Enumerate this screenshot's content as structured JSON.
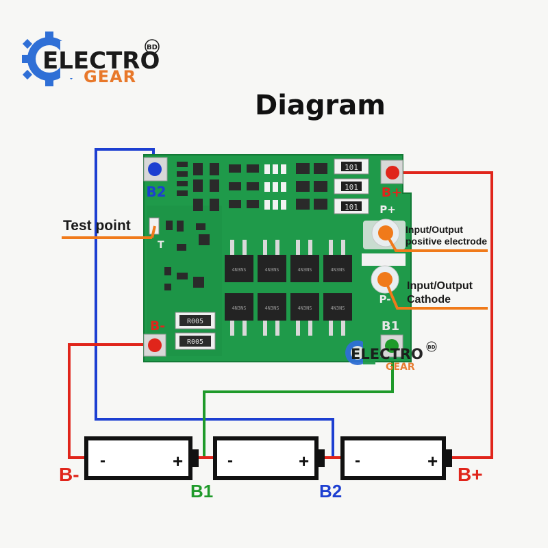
{
  "brand": {
    "name_top": "ELECTRO",
    "name_bottom": "GEAR",
    "suffix": "BD",
    "colors": {
      "gear": "#2f6fd6",
      "top": "#1a1a1a",
      "bottom": "#e8782a"
    }
  },
  "title": "Diagram",
  "pcb": {
    "pads": {
      "b2": "B2",
      "b_plus": "B+",
      "p_plus": "P+",
      "p_minus": "P-",
      "b_minus": "B-",
      "b1": "B1",
      "t": "T"
    },
    "resistor_code": "101",
    "shunt_code": "R005",
    "mosfet_code": "4N3NS"
  },
  "callouts": {
    "test_point": "Test point",
    "io_positive_line1": "Input/Output",
    "io_positive_line2": "positive electrode",
    "io_cathode_line1": "Input/Output",
    "io_cathode_line2": "Cathode"
  },
  "batteries": [
    {
      "minus": "-",
      "plus": "+"
    },
    {
      "minus": "-",
      "plus": "+"
    },
    {
      "minus": "-",
      "plus": "+"
    }
  ],
  "bottom_labels": {
    "b_minus": "B-",
    "b1": "B1",
    "b2": "B2",
    "b_plus": "B+"
  },
  "colors": {
    "wire_red": "#e0251b",
    "wire_blue": "#1d3fd1",
    "wire_green": "#1f9a2a",
    "callout_orange": "#f07a1a",
    "pcb_green": "#1f9a4a",
    "pcb_dark": "#16803c"
  }
}
